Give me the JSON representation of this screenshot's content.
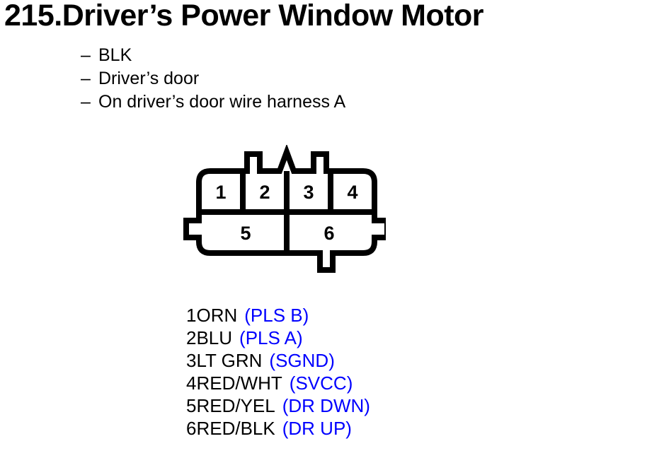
{
  "document": {
    "title": "215.Driver’s Power Window Motor",
    "notes": [
      {
        "dash": "–",
        "text": "BLK"
      },
      {
        "dash": "–",
        "text": "Driver’s door"
      },
      {
        "dash": "–",
        "text": "On driver’s door wire harness A"
      }
    ]
  },
  "connector": {
    "name": "6-way-connector-diagram",
    "cavities_top": [
      "1",
      "2",
      "3",
      "4"
    ],
    "cavities_bottom": [
      "5",
      "6"
    ],
    "outline_color": "#000000",
    "fill_color": "#ffffff"
  },
  "pinout": {
    "signal_color": "#0000ff",
    "wire_color_text": "#000000",
    "rows": [
      {
        "pin": "1",
        "wire": "ORN",
        "signal": "(PLS B)"
      },
      {
        "pin": "2",
        "wire": "BLU",
        "signal": "(PLS A)"
      },
      {
        "pin": "3",
        "wire": "LT GRN",
        "signal": "(SGND)"
      },
      {
        "pin": "4",
        "wire": "RED/WHT",
        "signal": "(SVCC)"
      },
      {
        "pin": "5",
        "wire": "RED/YEL",
        "signal": "(DR DWN)"
      },
      {
        "pin": "6",
        "wire": "RED/BLK",
        "signal": "(DR UP)"
      }
    ]
  }
}
